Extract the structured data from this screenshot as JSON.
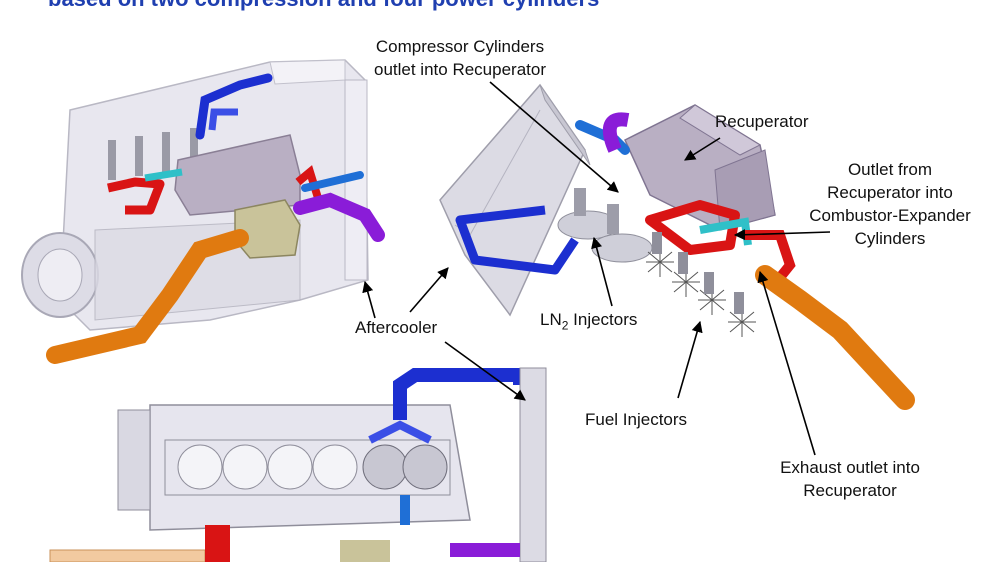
{
  "headline": "based on two compression and four power cylinders",
  "labels": {
    "compressor_line1": "Compressor Cylinders",
    "compressor_line2": "outlet into Recuperator",
    "recuperator": "Recuperator",
    "outlet_line1": "Outlet  from",
    "outlet_line2": "Recuperator into",
    "outlet_line3": "Combustor-Expander",
    "outlet_line4": "Cylinders",
    "aftercooler": "Aftercooler",
    "ln2_prefix": "LN",
    "ln2_sub": "2",
    "ln2_suffix": " Injectors",
    "fuel_injectors": "Fuel Injectors",
    "exhaust_line1": "Exhaust outlet into",
    "exhaust_line2": "Recuperator"
  },
  "colors": {
    "headline": "#1f3fb0",
    "engine_body": "#e6e5ee",
    "recuperator": "#b9afc3",
    "aftercooler": "#d8d7e0",
    "coolant_pipe": "#1c2fd0",
    "hot_pipe": "#d91414",
    "cyan_pipe": "#2fc0c8",
    "purple_pipe": "#8a1cd8",
    "exhaust_pipe": "#e07a10",
    "olive": "#c9c39a"
  }
}
